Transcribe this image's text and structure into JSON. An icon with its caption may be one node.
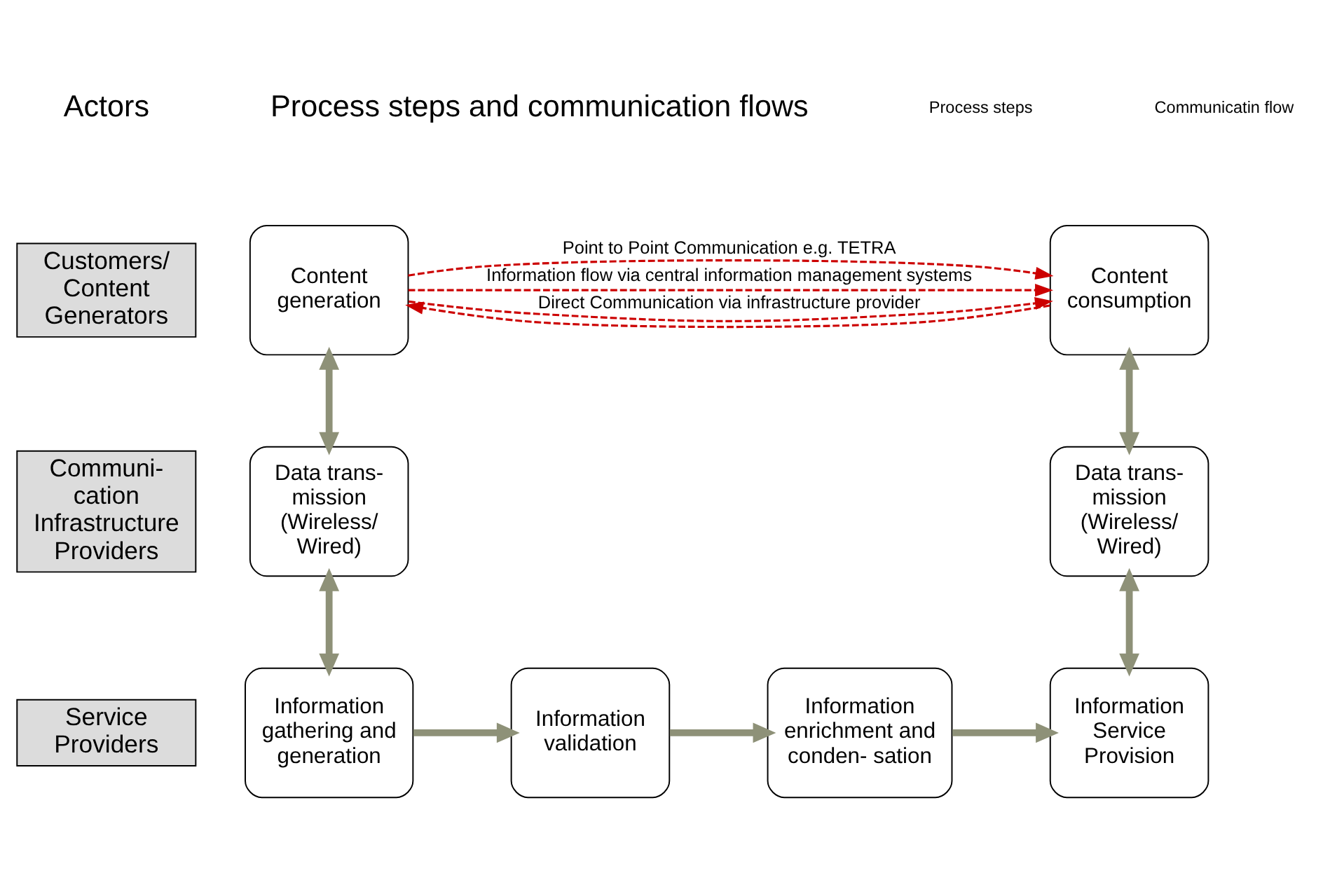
{
  "diagram": {
    "nodes": [
      {
        "text": [
          "Customers/ Content Generators"
        ]
      },
      {
        "text": [
          "Communi- cation Infrastructure Providers"
        ]
      },
      {
        "text": [
          "Service Providers"
        ]
      },
      {
        "text": [
          "Content generation"
        ]
      },
      {
        "text": [
          "Content consumption"
        ]
      },
      {
        "text": [
          "Data trans- mission (Wireless/ Wired)"
        ]
      },
      {
        "text": [
          "Data trans- mission (Wireless/ Wired)"
        ]
      },
      {
        "text": [
          "Information gathering and generation"
        ]
      },
      {
        "text": [
          "Information validation"
        ]
      },
      {
        "text": [
          "Information enrichment and conden- sation"
        ]
      },
      {
        "text": [
          "Information Service Provision"
        ]
      }
    ],
    "edges": [
      {
        "from": 3,
        "to": 4,
        "arrow": "to",
        "label": "Point to Point Communication e.g. TETRA",
        "style": "dashed",
        "color": "#cc0000"
      },
      {
        "from": 4,
        "to": 3,
        "arrow": "to",
        "style": "dashed",
        "color": "#cc0000"
      },
      {
        "from": 3,
        "to": 4,
        "arrow": "to",
        "label": "Direct Communication via infrastructure provider",
        "style": "dashed",
        "color": "#cc0000"
      },
      {
        "from": 3,
        "to": 4,
        "arrow": "to",
        "label": "Information flow via central information management systems",
        "style": "dashed",
        "color": "#cc0000"
      },
      {
        "from": 3,
        "to": 5,
        "arrow": "both"
      },
      {
        "from": 5,
        "to": 7,
        "arrow": "both"
      },
      {
        "from": 4,
        "to": 6,
        "arrow": "both"
      },
      {
        "from": 6,
        "to": 10,
        "arrow": "both"
      },
      {
        "from": 7,
        "to": 8,
        "arrow": "to"
      },
      {
        "from": 8,
        "to": 9,
        "arrow": "to"
      },
      {
        "from": 9,
        "to": 10,
        "arrow": "to"
      }
    ],
    "labels": [
      "Actors",
      "Process steps and communication flows"
    ],
    "legend": [
      {
        "text": "Process steps"
      },
      {
        "text": "Communicatin flow"
      }
    ]
  }
}
